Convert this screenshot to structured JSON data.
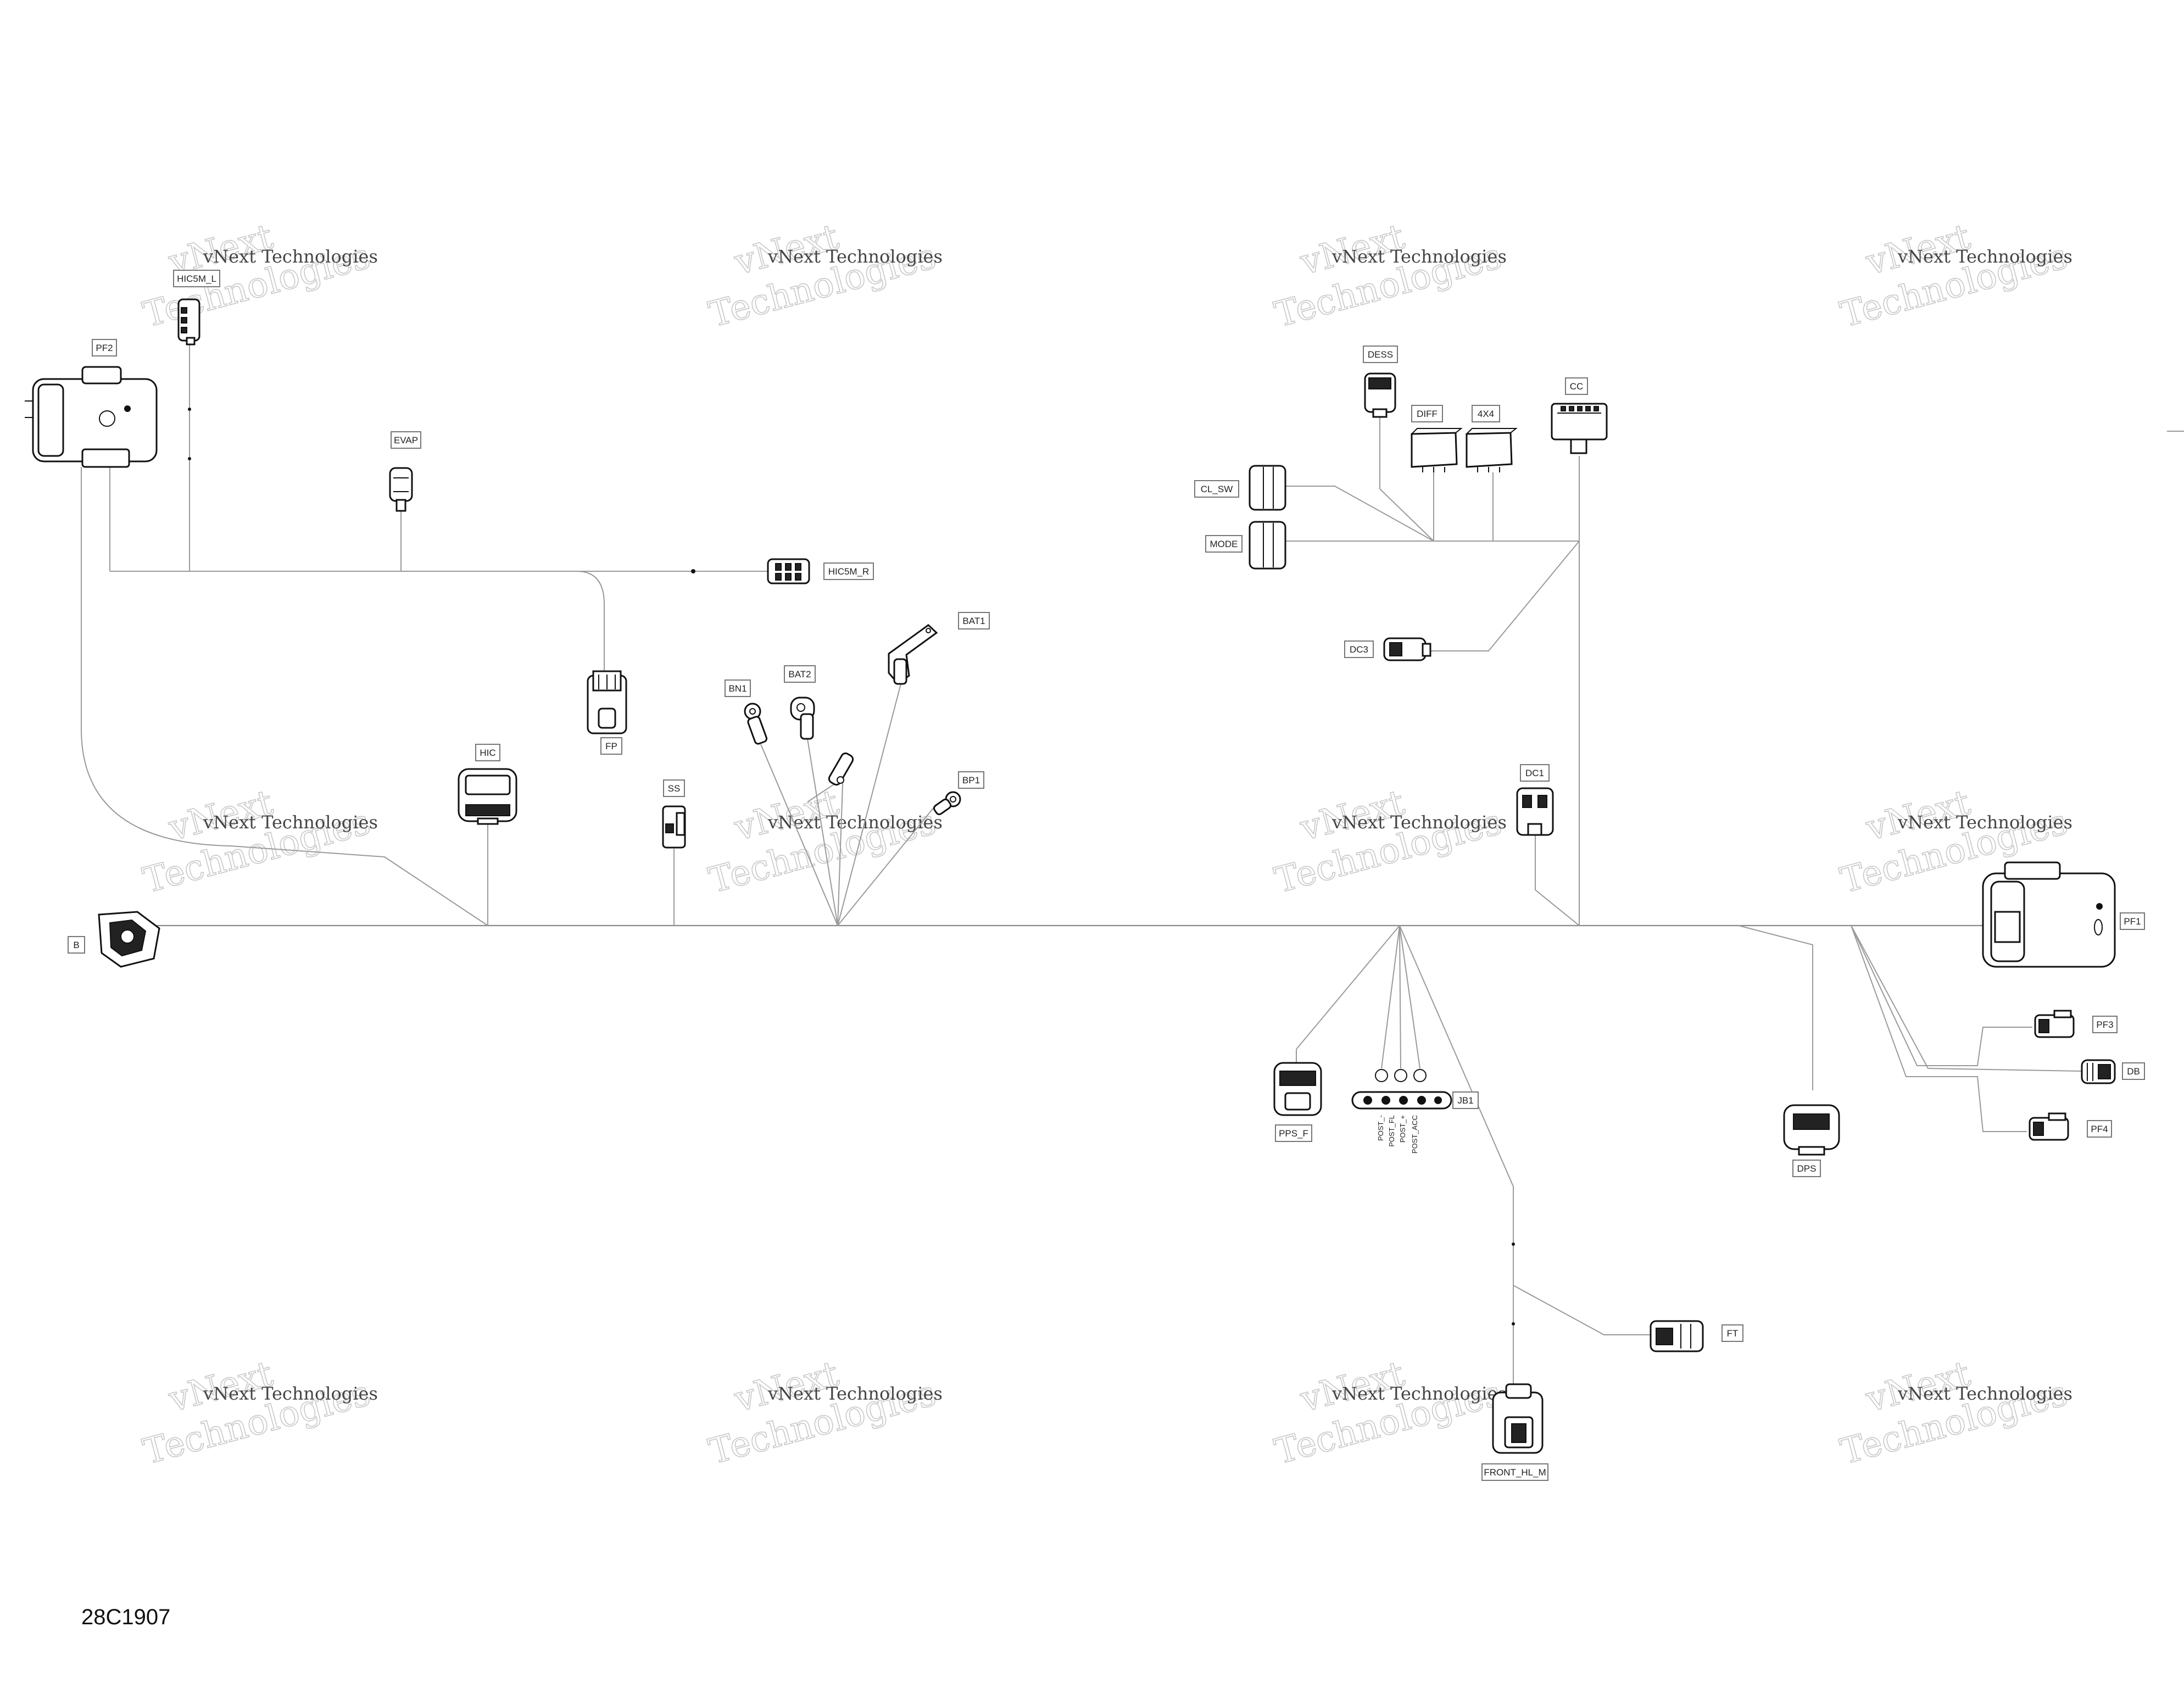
{
  "drawing_number": "28C1907",
  "watermark": {
    "line1": "vNext",
    "line2": "Technologies",
    "small": "vNext Technologies"
  },
  "connectors": {
    "PF2": "PF2",
    "HIC5M_L": "HIC5M_L",
    "EVAP": "EVAP",
    "HIC5M_R": "HIC5M_R",
    "FP": "FP",
    "HIC": "HIC",
    "SS": "SS",
    "BN1": "BN1",
    "BAT2": "BAT2",
    "BAT1": "BAT1",
    "BP1": "BP1",
    "B": "B",
    "DESS": "DESS",
    "DIFF": "DIFF",
    "4X4": "4X4",
    "CC": "CC",
    "CL_SW": "CL_SW",
    "MODE": "MODE",
    "DC3": "DC3",
    "DC1": "DC1",
    "PF1": "PF1",
    "PF3": "PF3",
    "DB": "DB",
    "PF4": "PF4",
    "DPS": "DPS",
    "PPS_F": "PPS_F",
    "JB1": "JB1",
    "FT": "FT",
    "FRONT_HL_M": "FRONT_HL_M"
  },
  "jb1_posts": [
    "POST_-",
    "POST_FL",
    "POST_+",
    "POST_ACC"
  ]
}
